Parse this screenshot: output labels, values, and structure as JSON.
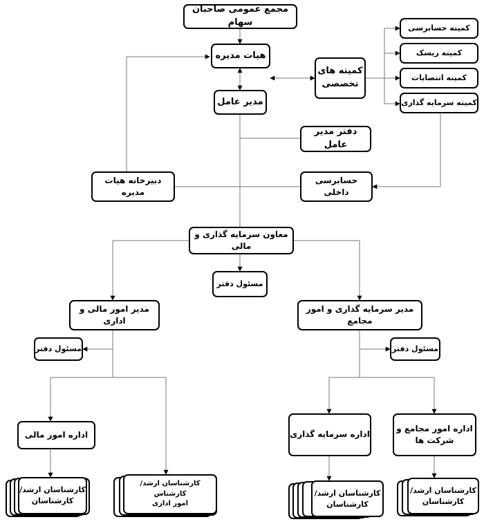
{
  "nodes": {
    "assembly": "مجمع عمومی صاحبان سهام",
    "board": "هیات مدیره",
    "specialized_committees": "کمیته های\nتخصصی",
    "audit_committee": "کمیته حسابرسی",
    "risk_committee": "کمیته ریسک",
    "appointments_committee": "کمیته انتصابات",
    "investment_committee": "کمیته سرمایه گذاری",
    "ceo": "مدیر عامل",
    "ceo_office": "دفتر مدیر عامل",
    "board_secretariat": "دبیرخانه هیات مدیره",
    "internal_audit": "حسابرسی داخلی",
    "deputy_investment_finance": "معاون سرمایه گذاری و مالی",
    "deputy_office_manager": "مسئول دفتر",
    "finance_admin_manager": "مدیر امور مالی و اداری",
    "finance_office_manager": "مسئول دفتر",
    "investment_affairs_manager": "مدیر سرمایه گذاری و امور مجامع",
    "investment_office_manager": "مسئول دفتر",
    "finance_department": "اداره امور مالی",
    "investment_department": "اداره سرمایه گذاری",
    "assemblies_companies_department": "اداره امور مجامع و\nشرکت ها",
    "finance_experts": "کارشناسان ارشد/\nکارشناسان",
    "admin_experts": "کارشناسان ارشد/ کارشناس\nامور اداری",
    "investment_experts": "کارشناسان ارشد/\nکارشناسان",
    "companies_experts": "کارشناسان ارشد/\nکارشناسان"
  }
}
